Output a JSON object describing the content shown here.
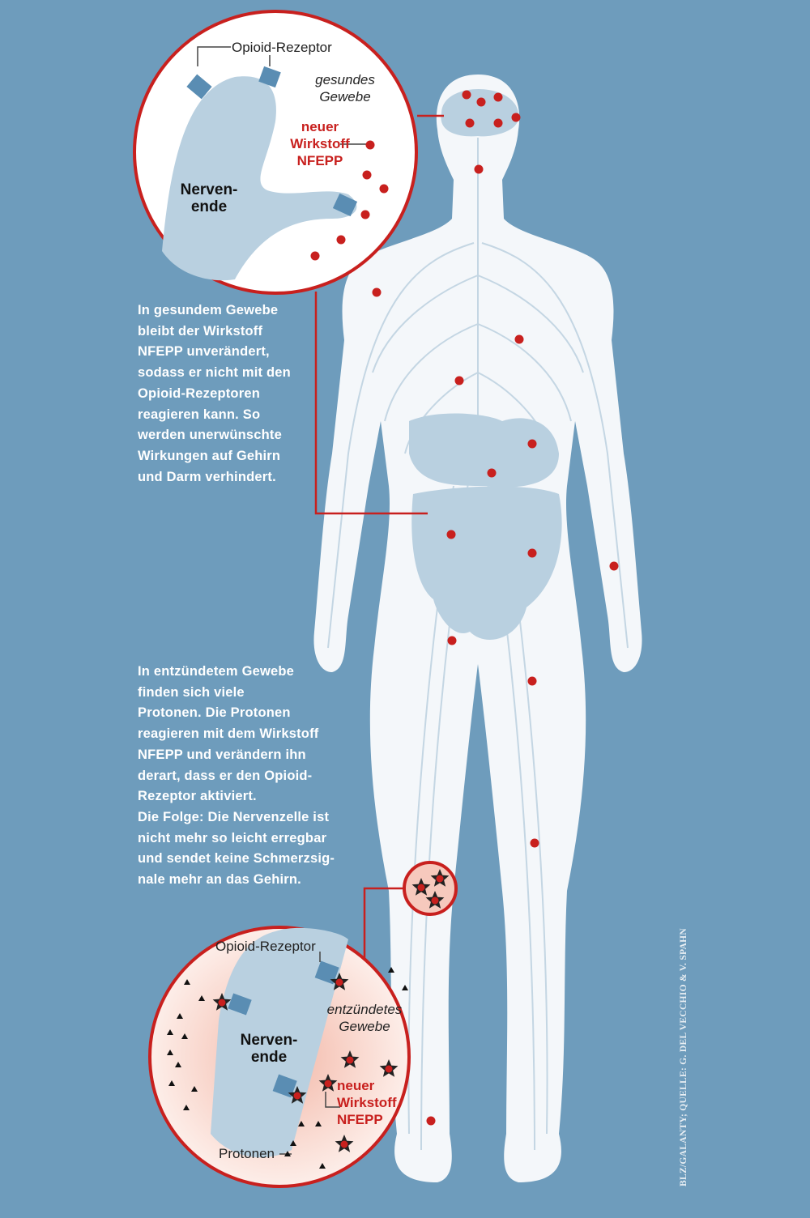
{
  "top_inset": {
    "receptor_label": "Opioid-Rezeptor",
    "tissue_label": "gesundes Gewebe",
    "drug_label": "neuer Wirkstoff NFEPP",
    "nerve_label": "Nerven-ende"
  },
  "text_healthy": "In gesundem Gewebe\nbleibt der Wirkstoff\nNFEPP unverändert,\nsodass er nicht mit den\nOpioid-Rezeptoren\nreagieren kann. So\nwerden unerwünschte\nWirkungen auf Gehirn\nund Darm verhindert.",
  "text_inflamed": "In entzündetem Gewebe\nfinden sich viele\nProtonen. Die Protonen\nreagieren mit dem Wirkstoff\nNFEPP und verändern ihn\nderart, dass er den Opioid-\nRezeptor aktiviert.",
  "result_bold": "Die Folge:",
  "result_text": " Die Nervenzelle ist\nnicht mehr so leicht erregbar\nund sendet keine Schmerzsig-\nnale mehr an das Gehirn.",
  "bottom_inset": {
    "receptor_label": "Opioid-Rezeptor",
    "tissue_label": "entzündetes Gewebe",
    "drug_label": "neuer Wirkstoff NFEPP",
    "nerve_label": "Nerven-ende",
    "protons_label": "Protonen"
  },
  "credit": "BLZ/GALANTY; QUELLE: G. DEL VECCHIO & V. SPAHN",
  "colors": {
    "background": "#6e9cbc",
    "body": "#f4f7fa",
    "accent": "#c8201e",
    "nerve": "#b9d0e0"
  }
}
